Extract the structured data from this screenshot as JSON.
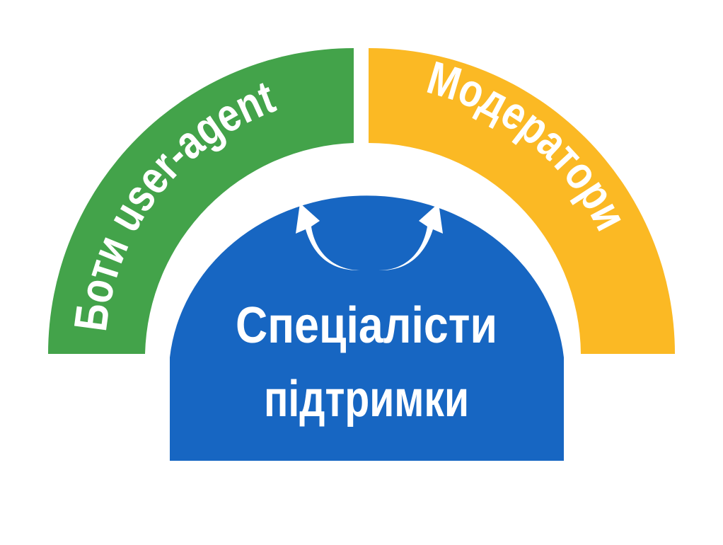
{
  "diagram": {
    "segments": [
      {
        "id": "bots",
        "label": "Боти user-agent",
        "color": "#43A34A"
      },
      {
        "id": "moderators",
        "label": "Модератори",
        "color": "#FBB924"
      }
    ],
    "center": {
      "line1": "Спеціалісти",
      "line2": "підтримки",
      "color": "#1766C2"
    },
    "icons": [
      "curved-arrow-up-left-icon",
      "curved-arrow-up-right-icon"
    ]
  }
}
